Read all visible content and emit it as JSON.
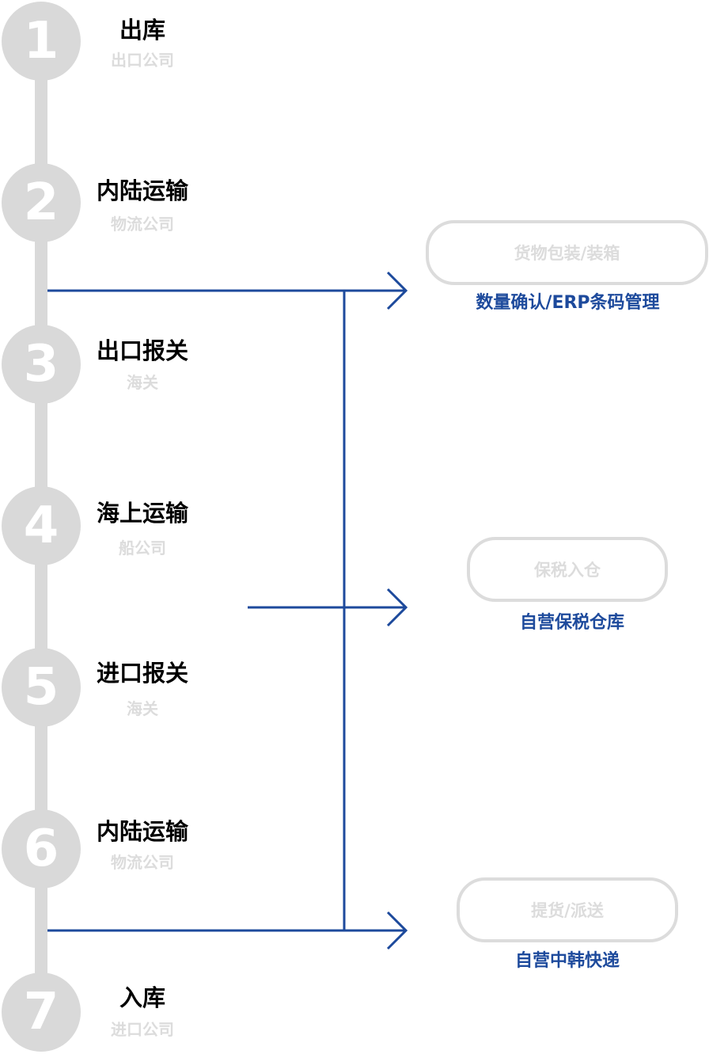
{
  "steps": [
    {
      "number": "1",
      "title": "出库",
      "subtitle": "出口公司"
    },
    {
      "number": "2",
      "title": "内陆运输",
      "subtitle": "物流公司"
    },
    {
      "number": "3",
      "title": "出口报关",
      "subtitle": "海关"
    },
    {
      "number": "4",
      "title": "海上运输",
      "subtitle": "船公司"
    },
    {
      "number": "5",
      "title": "进口报关",
      "subtitle": "海关"
    },
    {
      "number": "6",
      "title": "内陆运输",
      "subtitle": "物流公司"
    },
    {
      "number": "7",
      "title": "入库",
      "subtitle": "进口公司"
    }
  ],
  "services": [
    {
      "box": "货物包装/装箱",
      "label": "数量确认/ERP条码管理"
    },
    {
      "box": "保税入仓",
      "label": "自营保税仓库"
    },
    {
      "box": "提货/派送",
      "label": "自营中韩快递"
    }
  ],
  "colors": {
    "accent": "#1d4a9c",
    "timeline": "#d9d9d9",
    "muted_text": "#dcdcdc"
  }
}
